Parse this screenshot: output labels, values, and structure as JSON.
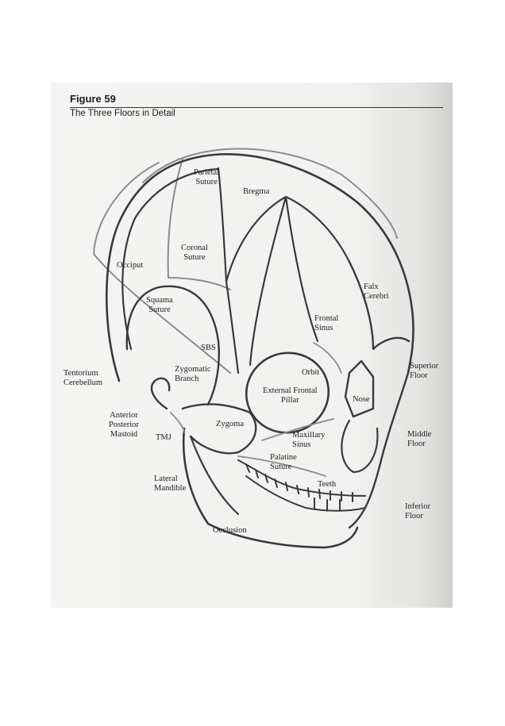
{
  "figure": {
    "number": "Figure 59",
    "title": "The Three Floors in Detail"
  },
  "labels": {
    "parietal_suture": "Parietal\nSuture",
    "bregma": "Bregma",
    "coronal_suture": "Coronal\nSuture",
    "occiput": "Occiput",
    "squama_suture": "Squama\nSuture",
    "falx_cerebri": "Falx\nCerebri",
    "frontal_sinus": "Frontal\nSinus",
    "sbs": "SBS",
    "tentorium_cerebellum": "Tentorium\nCerebellum",
    "zygomatic_branch": "Zygomatic\nBranch",
    "orbit": "Orbit",
    "superior_floor": "Superior\nFloor",
    "external_frontal_pillar": "External Frontal\nPillar",
    "nose": "Nose",
    "anterior_posterior_mastoid": "Anterior\nPosterior\nMastoid",
    "zygoma": "Zygoma",
    "tmj": "TMJ",
    "maxillary_sinus": "Maxillary\nSinus",
    "middle_floor": "Middle\nFloor",
    "palatine_suture": "Palatine\nSuture",
    "lateral_mandible": "Lateral\nMandible",
    "teeth": "Teeth",
    "inferior_floor": "Inferior\nFloor",
    "occlusion": "Occlusion"
  },
  "colors": {
    "dark_stroke": "#3a3a3a",
    "light_stroke": "#8c8c8c"
  }
}
